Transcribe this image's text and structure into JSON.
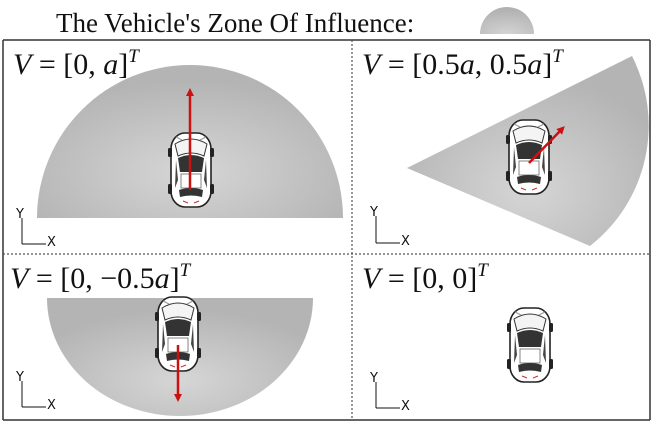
{
  "title": "The Vehicle's Zone Of Influence:",
  "panels": [
    {
      "id": "tl",
      "velocity": "[0, a]",
      "velocity_parts": {
        "prefix": "V = [0, ",
        "var": "a",
        "suffix": "]",
        "exp": "T"
      },
      "axis_y": "Y",
      "axis_x": "X"
    },
    {
      "id": "tr",
      "velocity": "[0.5a, 0.5a]",
      "velocity_parts": {
        "prefix": "V = [0.5",
        "var": "a",
        "mid": ", 0.5",
        "var2": "a",
        "suffix": "]",
        "exp": "T"
      },
      "axis_y": "Y",
      "axis_x": "X"
    },
    {
      "id": "bl",
      "velocity": "[0, -0.5a]",
      "velocity_parts": {
        "prefix": "V = [0, −0.5",
        "var": "a",
        "suffix": "]",
        "exp": "T"
      },
      "axis_y": "Y",
      "axis_x": "X"
    },
    {
      "id": "br",
      "velocity": "[0, 0]",
      "velocity_parts": {
        "prefix": "V = [0, 0]",
        "exp": "T"
      },
      "axis_y": "Y",
      "axis_x": "X"
    }
  ],
  "colors": {
    "zone": "#b8b8b8",
    "zone_center": "#d8d8d8",
    "arrow": "#cc1111",
    "divider": "#555555",
    "car_body": "#ffffff",
    "car_glass": "#333333"
  }
}
